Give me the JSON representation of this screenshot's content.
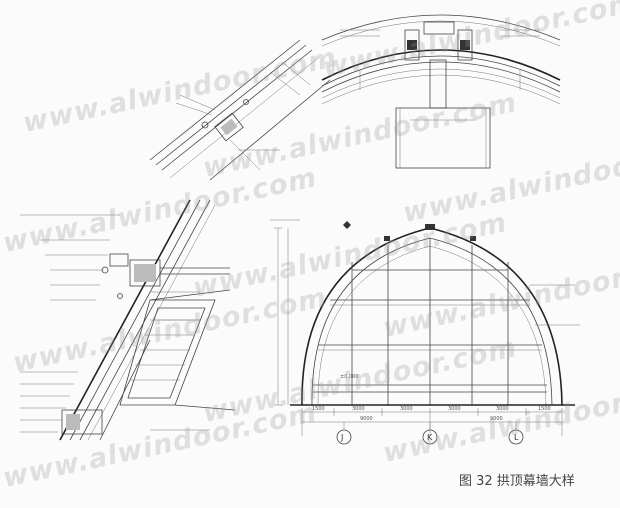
{
  "watermark": "www.alwindoor.com",
  "caption": "图 32 拱顶幕墙大样",
  "elevation": {
    "grid_labels": [
      "J",
      "K",
      "L"
    ],
    "bottom_dims": [
      "1500",
      "3000",
      "3000",
      "3000",
      "3000",
      "1500"
    ],
    "total_dims": [
      "9000",
      "9000"
    ],
    "level_mark": "±0.000"
  }
}
